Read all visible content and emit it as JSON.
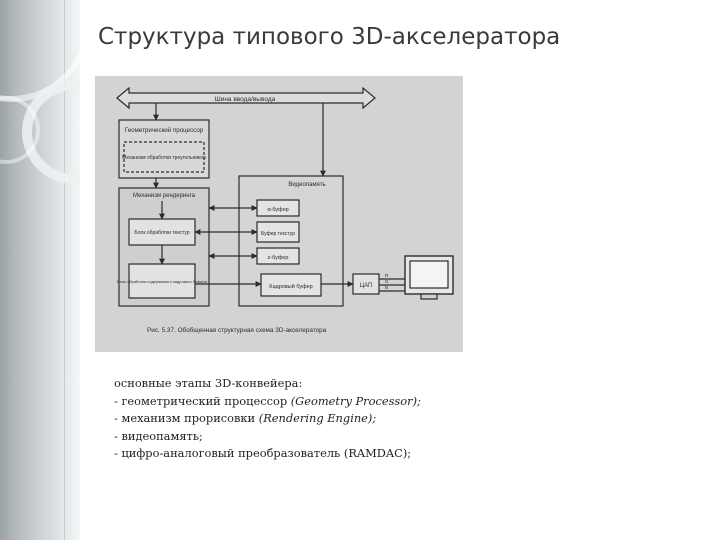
{
  "slide": {
    "title": "Структура типового 3D-акселератора"
  },
  "diagram": {
    "bus": "Шина ввода/вывода",
    "geometry_processor": "Геометрический процессор",
    "triangle_engine": "Механизм обработки треугольников",
    "rendering_engine": "Механизм рендеринга",
    "video_memory": "Видеопамять",
    "alpha_buffer": "α-буфер",
    "texture_buffer": "Буфер текстур",
    "z_buffer": "z-буфер",
    "frame_buffer": "Кадровый буфер",
    "texture_unit": "Блок обработки текстур",
    "frame_content_unit": "Блок обработки содержимого кадрового буфера",
    "dac": "ЦАП",
    "rgb": [
      "R",
      "G",
      "B"
    ],
    "caption": "Рис. 5.37. Обобщенная структурная схема 3D-акселератора"
  },
  "notes": {
    "line1": "основные этапы 3D-конвейера:",
    "line2_text": "- геометрический процессор ",
    "line2_em": "(Geometry Processor);",
    "line3_text": "- механизм прорисовки ",
    "line3_em": "(Rendering Engine);",
    "line4": "- видеопамять;",
    "line5": "- цифро-аналоговый преобразователь (RAMDAC);"
  },
  "colors": {
    "scan_background": "#d3d3d3",
    "diagram_ink": "#2b2b2b",
    "title_text": "#3a3a3a"
  }
}
